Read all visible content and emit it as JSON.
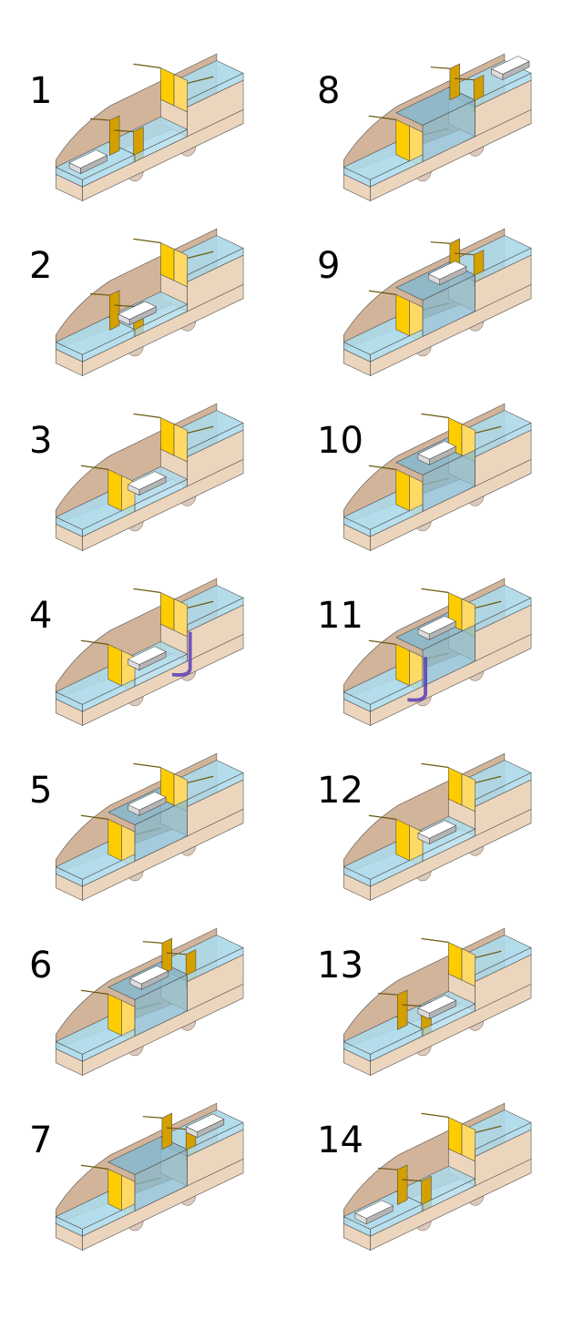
{
  "title": "Canal lock operation sequence",
  "panels": [
    {
      "number": "1"
    },
    {
      "number": "2"
    },
    {
      "number": "3"
    },
    {
      "number": "4"
    },
    {
      "number": "5"
    },
    {
      "number": "6"
    },
    {
      "number": "7"
    },
    {
      "number": "8"
    },
    {
      "number": "9"
    },
    {
      "number": "10"
    },
    {
      "number": "11"
    },
    {
      "number": "12"
    },
    {
      "number": "13"
    },
    {
      "number": "14"
    }
  ],
  "colors": {
    "earth": "#d2b49a",
    "earth_light": "#ecd5bd",
    "water": "#acd9ea",
    "water_deep": "#86b9cf",
    "gate_closed": "#ffcc00",
    "gate_closed_light": "#ffd966",
    "gate_open": "#d4a000",
    "boat": "#ffffff",
    "boat_side": "#b5b5b5",
    "culvert": "#5a3db8"
  }
}
